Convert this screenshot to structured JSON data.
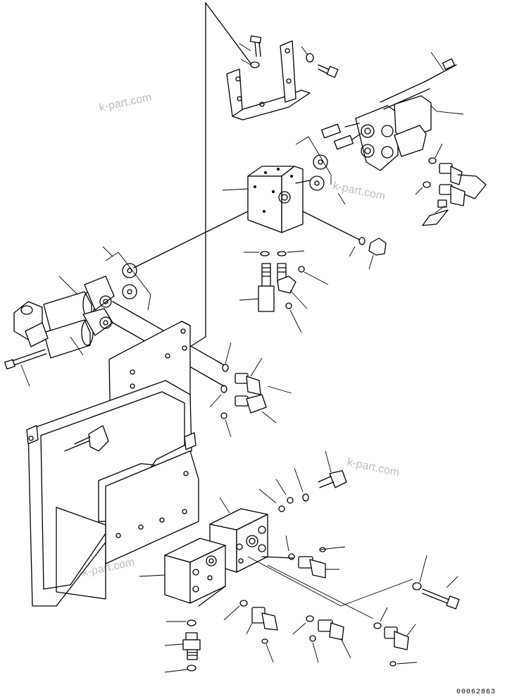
{
  "watermarks": [
    "k-part.com",
    "k-part.com",
    "k-part.com",
    "k-part.com"
  ],
  "drawing_code": "00062863"
}
